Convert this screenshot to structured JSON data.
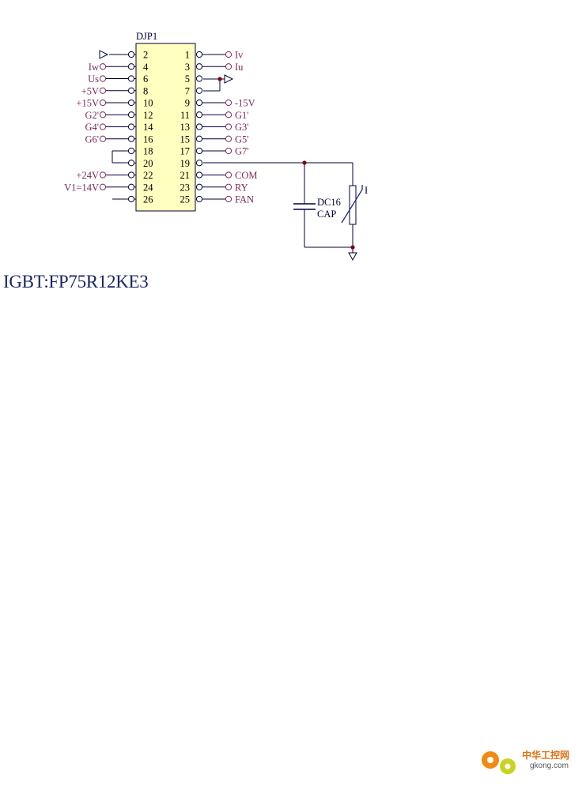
{
  "connector": {
    "ref": "DJP1",
    "left_pins": [
      {
        "num": "2",
        "net": ""
      },
      {
        "num": "4",
        "net": "Iw"
      },
      {
        "num": "6",
        "net": "Us"
      },
      {
        "num": "8",
        "net": "+5V"
      },
      {
        "num": "10",
        "net": "+15V"
      },
      {
        "num": "12",
        "net": "G2'"
      },
      {
        "num": "14",
        "net": "G4'"
      },
      {
        "num": "16",
        "net": "G6'"
      },
      {
        "num": "18",
        "net": ""
      },
      {
        "num": "20",
        "net": ""
      },
      {
        "num": "22",
        "net": "+24V"
      },
      {
        "num": "24",
        "net": "V1=14V"
      },
      {
        "num": "26",
        "net": ""
      }
    ],
    "right_pins": [
      {
        "num": "1",
        "net": "Iv"
      },
      {
        "num": "3",
        "net": "Iu"
      },
      {
        "num": "5",
        "net": ""
      },
      {
        "num": "7",
        "net": ""
      },
      {
        "num": "9",
        "net": "-15V"
      },
      {
        "num": "11",
        "net": "G1'"
      },
      {
        "num": "13",
        "net": "G3'"
      },
      {
        "num": "15",
        "net": "G5'"
      },
      {
        "num": "17",
        "net": "G7'"
      },
      {
        "num": "19",
        "net": ""
      },
      {
        "num": "21",
        "net": "COM"
      },
      {
        "num": "23",
        "net": "RY"
      },
      {
        "num": "25",
        "net": "FAN"
      }
    ]
  },
  "capacitor": {
    "ref": "DC16",
    "value": "CAP"
  },
  "thermistor": {
    "label": "I"
  },
  "caption": "IGBT:FP75R12KE3",
  "watermark": {
    "cn": "中华工控网",
    "en": "gkong.com"
  },
  "colors": {
    "wire": "#00003a",
    "net_label": "#7a2a5a",
    "body_fill": "#ffffc0",
    "junction": "#800000",
    "caption": "#1a2466"
  }
}
